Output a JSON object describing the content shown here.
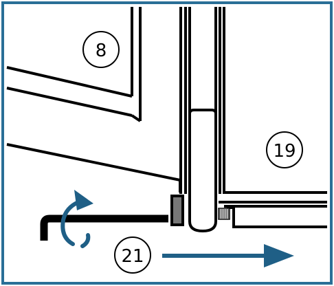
{
  "callouts": [
    {
      "label": "8"
    },
    {
      "label": "19"
    },
    {
      "label": "21"
    }
  ],
  "colors": {
    "frame": "#2a6f97",
    "line": "#000000",
    "arrow": "#1f5f86",
    "background": "#ffffff",
    "pin": "#777777"
  },
  "icons": {
    "rotation_arrow": "curved-arrow-counterclockwise-icon",
    "slide_arrow": "arrow-right-icon"
  }
}
